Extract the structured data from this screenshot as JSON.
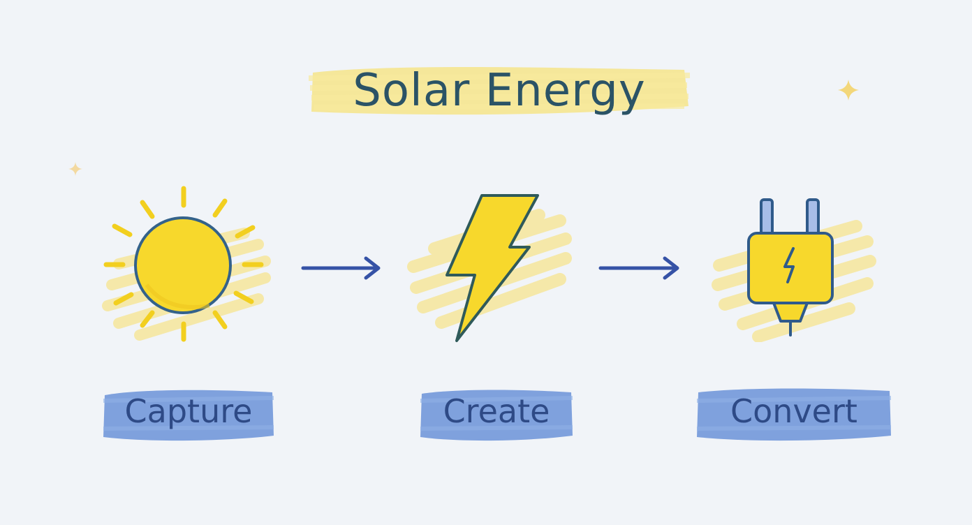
{
  "title": "Solar Energy",
  "steps": [
    {
      "label": "Capture",
      "icon": "sun-icon"
    },
    {
      "label": "Create",
      "icon": "lightning-bolt-icon"
    },
    {
      "label": "Convert",
      "icon": "electric-plug-icon"
    }
  ],
  "colors": {
    "background": "#f1f4f8",
    "yellow": "#f7dc2a",
    "highlight": "#f7e68a",
    "outline": "#2f5a7a",
    "arrow": "#3552a6",
    "label_fill": "#7fa1dd",
    "label_text": "#2e4a86",
    "title_text": "#2b5366"
  }
}
